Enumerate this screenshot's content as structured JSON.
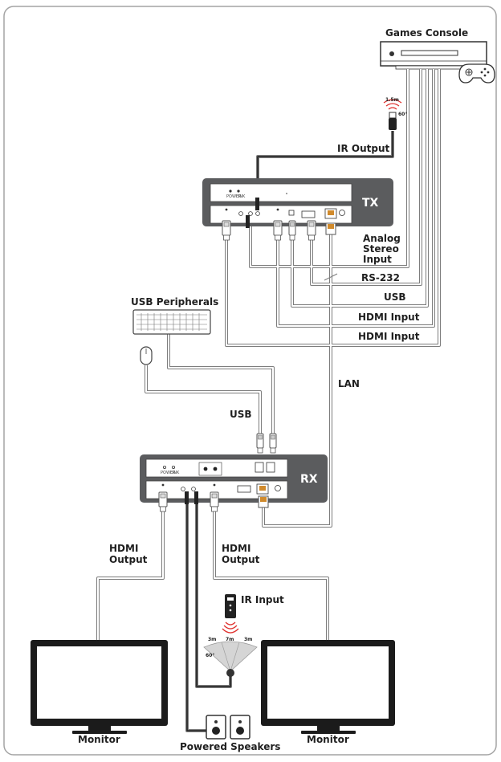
{
  "labels": {
    "games_console": "Games Console",
    "ir_output": "IR Output",
    "tx": "TX",
    "rx": "RX",
    "analog_line1": "Analog",
    "analog_line2": "Stereo",
    "analog_line3": "Input",
    "rs232": "RS-232",
    "usb_tx": "USB",
    "hdmi_input_1": "HDMI Input",
    "hdmi_input_2": "HDMI Input",
    "usb_peripherals": "USB Peripherals",
    "usb_rx": "USB",
    "lan": "LAN",
    "hdmi_output_left_1": "HDMI",
    "hdmi_output_left_2": "Output",
    "hdmi_output_right_1": "HDMI",
    "hdmi_output_right_2": "Output",
    "ir_input": "IR Input",
    "monitor_left": "Monitor",
    "monitor_right": "Monitor",
    "powered_speakers": "Powered Speakers",
    "ir_tx_distance": "1.5m",
    "ir_tx_angle": "60°",
    "ir_rx_left": "3m",
    "ir_rx_center": "7m",
    "ir_rx_right": "3m",
    "ir_rx_angle": "60°"
  },
  "colors": {
    "device_body": "#5b5c5e",
    "cable": "#8a8a8a",
    "frame": "#9a9a9a",
    "ir_wave": "#e0322f"
  }
}
